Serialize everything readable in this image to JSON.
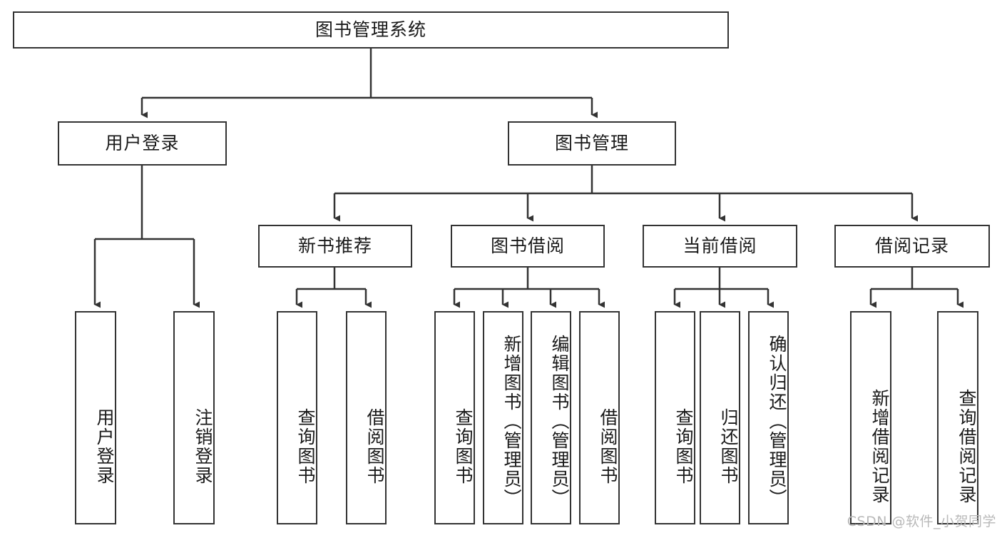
{
  "diagram": {
    "title": "图书管理系统",
    "type": "tree",
    "root": {
      "id": "root",
      "label": "图书管理系统"
    },
    "level2": [
      {
        "id": "user-login",
        "label": "用户登录"
      },
      {
        "id": "book-manage",
        "label": "图书管理"
      }
    ],
    "level3": [
      {
        "id": "new-book-recommend",
        "label": "新书推荐"
      },
      {
        "id": "book-borrow",
        "label": "图书借阅"
      },
      {
        "id": "current-borrow",
        "label": "当前借阅"
      },
      {
        "id": "borrow-record",
        "label": "借阅记录"
      }
    ],
    "leaves": [
      {
        "id": "leaf-user-login",
        "label": "用户登录",
        "parent": "user-login"
      },
      {
        "id": "leaf-logout",
        "label": "注销登录",
        "parent": "user-login"
      },
      {
        "id": "leaf-query-book-1",
        "label": "查询图书",
        "parent": "new-book-recommend"
      },
      {
        "id": "leaf-borrow-book-1",
        "label": "借阅图书",
        "parent": "new-book-recommend"
      },
      {
        "id": "leaf-query-book-2",
        "label": "查询图书",
        "parent": "book-borrow"
      },
      {
        "id": "leaf-add-book",
        "label": "新增图书（管理员）",
        "parent": "book-borrow"
      },
      {
        "id": "leaf-edit-book",
        "label": "编辑图书（管理员）",
        "parent": "book-borrow"
      },
      {
        "id": "leaf-borrow-book-2",
        "label": "借阅图书",
        "parent": "book-borrow"
      },
      {
        "id": "leaf-query-book-3",
        "label": "查询图书",
        "parent": "current-borrow"
      },
      {
        "id": "leaf-return-book",
        "label": "归还图书",
        "parent": "current-borrow"
      },
      {
        "id": "leaf-confirm-return",
        "label": "确认归还（管理员）",
        "parent": "current-borrow"
      },
      {
        "id": "leaf-add-record",
        "label": "新增借阅记录",
        "parent": "borrow-record"
      },
      {
        "id": "leaf-query-record",
        "label": "查询借阅记录",
        "parent": "borrow-record"
      }
    ],
    "colors": {
      "stroke": "#333333",
      "fill": "#ffffff",
      "text": "#1a1a1a",
      "watermark": "#b9b9b9"
    }
  },
  "watermark": {
    "text": "CSDN @软件_小贺同学"
  }
}
